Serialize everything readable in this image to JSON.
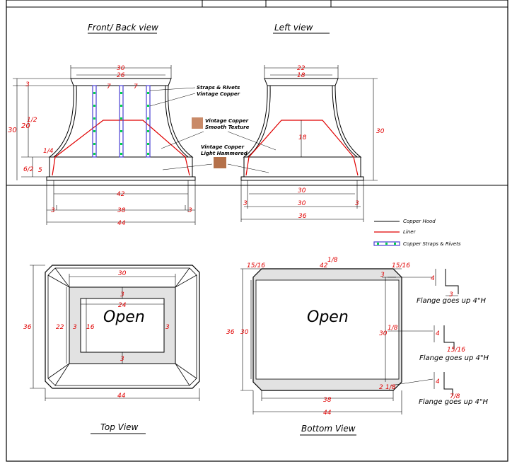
{
  "views": {
    "front": "Front/ Back view",
    "left": "Left view",
    "top": "Top View",
    "bottom": "Bottom View"
  },
  "callouts": {
    "straps": "Straps & Rivets",
    "straps_color": "Vintage Copper",
    "smooth_color": "Vintage Copper",
    "smooth_texture": "Smooth Texture",
    "hammered_color": "Vintage Copper",
    "hammered_texture": "Light Hammered"
  },
  "legend": {
    "hood": "Copper Hood",
    "liner": "Liner",
    "straps": "Copper Straps & Rivets"
  },
  "front_dims": {
    "top_outer": "30",
    "top_inner": "26",
    "strap_left": "7",
    "strap_right": "7",
    "collar": "3",
    "upper_height": "20",
    "upper_frac": "1/2",
    "small_a": "1/4",
    "small_b": "6/2",
    "band": "5",
    "total_height": "30",
    "lower_width": "42",
    "side_left": "3",
    "liner_width": "38",
    "side_right": "3",
    "base_width": "44"
  },
  "left_dims": {
    "top_outer": "22",
    "top_inner": "18",
    "liner_height": "18",
    "total_height": "30",
    "liner_width": "30",
    "side_left": "3",
    "mid_width": "30",
    "side_right": "3",
    "base_width": "36"
  },
  "top_view": {
    "open": "Open",
    "top_width": "30",
    "inner_width": "24",
    "frame_top": "3",
    "frame_bottom": "3",
    "depth_outer": "36",
    "depth_mid": "22",
    "frame_left": "3",
    "depth_inner": "16",
    "frame_right": "3",
    "base_width": "44"
  },
  "bottom_view": {
    "open": "Open",
    "corner_left": "15/16",
    "top_width": "42",
    "top_frac": "1/8",
    "corner_right": "15/16",
    "flange_top": "3",
    "depth_outer": "36",
    "depth_inner": "30",
    "mid_depth": "30",
    "mid_frac": "1/8",
    "bottom_corner": "2",
    "bottom_corner_frac": "1/8",
    "inner_width": "38",
    "outer_width": "44"
  },
  "flanges": [
    {
      "height": "4",
      "width": "3",
      "caption": "Flange goes up 4\"H"
    },
    {
      "height": "4",
      "width": "15/16",
      "caption": "Flange goes up 4\"H"
    },
    {
      "height": "4",
      "width": "7/8",
      "caption": "Flange goes up 4\"H"
    }
  ],
  "colors": {
    "hood": "#000000",
    "liner": "#e00000",
    "strap": "#4a3fd1",
    "rivet": "#00d44a",
    "copper_smooth": "#c98a68",
    "copper_hammered": "#b5714a",
    "frame_fill": "#e2e2e2"
  }
}
